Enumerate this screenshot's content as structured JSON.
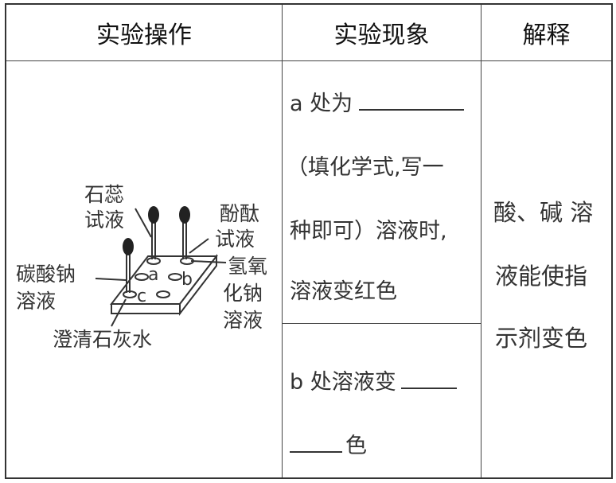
{
  "headers": {
    "operation": "实验操作",
    "phenomenon": "实验现象",
    "explanation": "解释"
  },
  "operation_labels": {
    "litmus_line1": "石蕊",
    "litmus_line2": "试液",
    "phenol_line1": "酚酞",
    "phenol_line2": "试液",
    "sodium_carbonate_line1": "碳酸钠",
    "sodium_carbonate_line2": "溶液",
    "naoh_line1": "氢氧",
    "naoh_line2": "化钠",
    "naoh_line3": "溶液",
    "limewater": "澄清石灰水",
    "well_a": "a",
    "well_b": "b",
    "well_c": "c"
  },
  "phenomenon": {
    "a_line1": "a 处为",
    "a_line2": "（填化学式,写一",
    "a_line3": "种即可）溶液时,",
    "a_line4": "溶液变红色",
    "b_line1": "b 处溶液变",
    "b_line2": "色"
  },
  "explanation": {
    "line1": "酸、碱 溶",
    "line2": "液能使指",
    "line3": "示剂变色"
  }
}
